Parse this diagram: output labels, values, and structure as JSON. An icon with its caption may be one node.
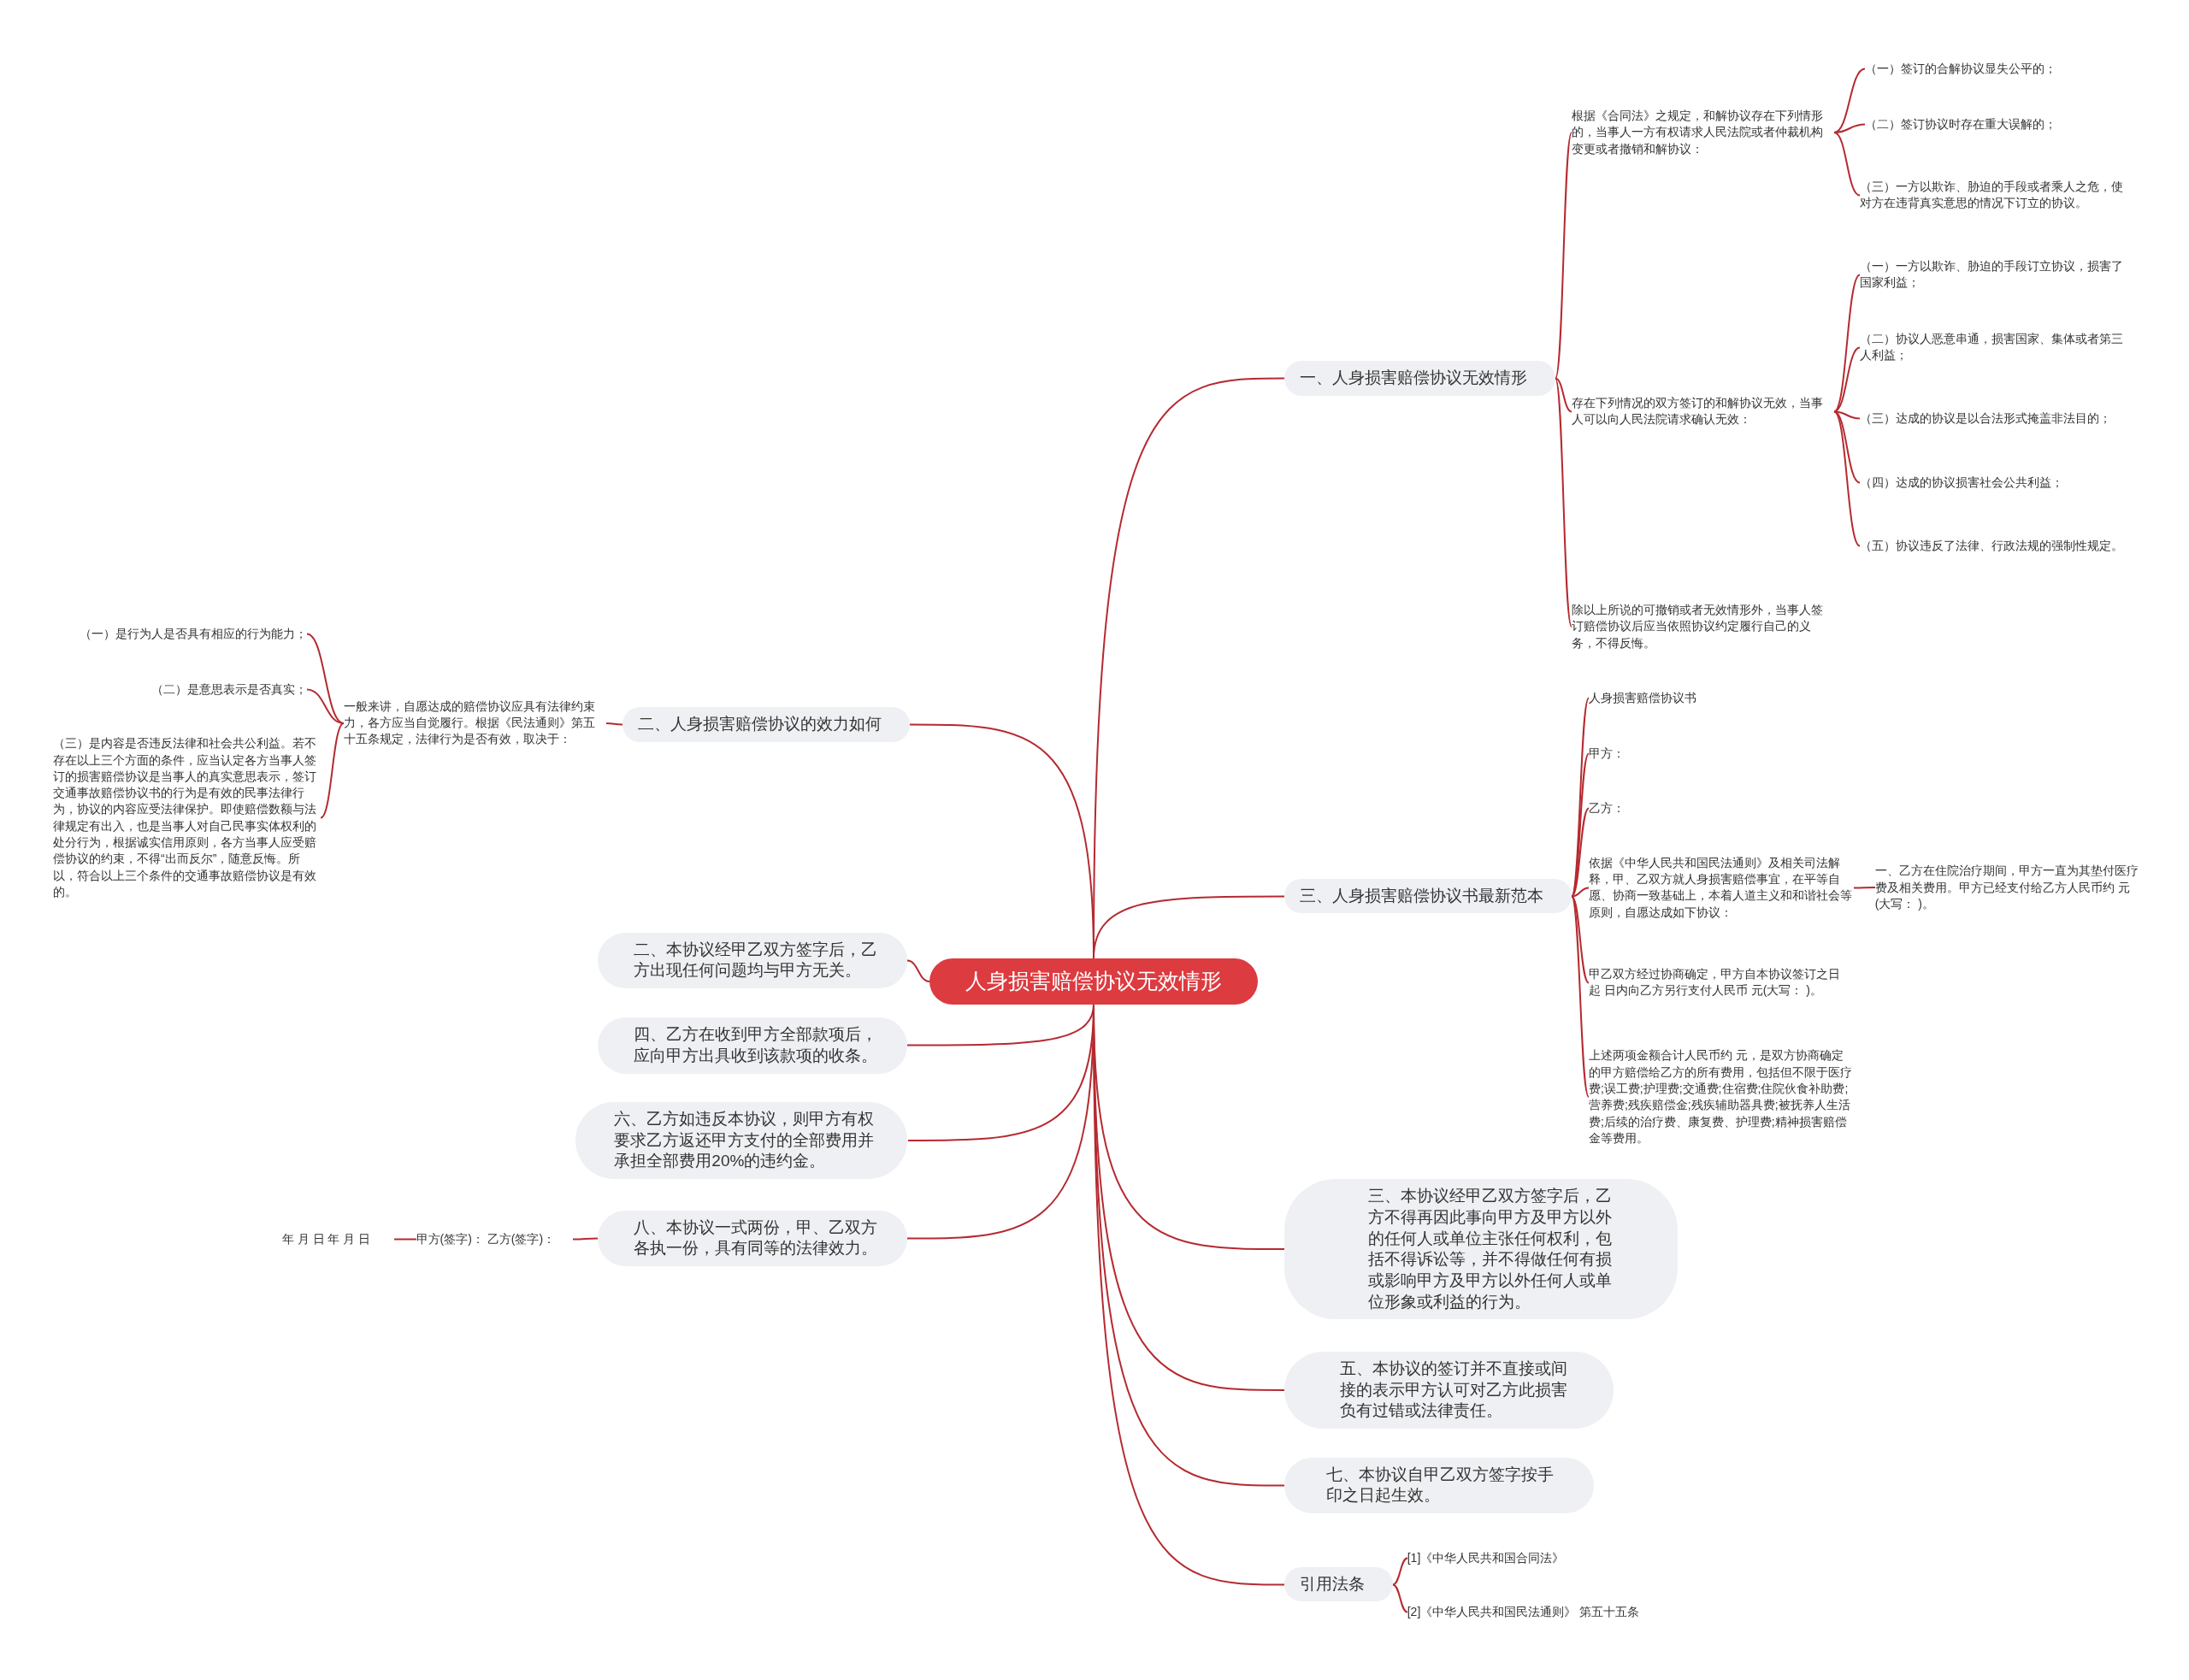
{
  "diagram": {
    "nodes": [
      {
        "text": [
          "人身损害赔偿协议无效情形"
        ]
      },
      {
        "text": [
          "一、人身损害赔偿协议无效情形"
        ]
      },
      {
        "text": [
          "根据《合同法》之规定，和解协议存在下列情形的，当事人一方有权请求人民法院或者仲裁机构变更或者撤销和解协议："
        ]
      },
      {
        "text": [
          "（一）签订的合解协议显失公平的；"
        ]
      },
      {
        "text": [
          "（二）签订协议时存在重大误解的；"
        ]
      },
      {
        "text": [
          "（三）一方以欺诈、胁迫的手段或者乘人之危，使对方在违背真实意思的情况下订立的协议。"
        ]
      },
      {
        "text": [
          "存在下列情况的双方签订的和解协议无效，当事人可以向人民法院请求确认无效："
        ]
      },
      {
        "text": [
          "（一）一方以欺诈、胁迫的手段订立协议，损害了国家利益；"
        ]
      },
      {
        "text": [
          "（二）协议人恶意串通，损害国家、集体或者第三人利益；"
        ]
      },
      {
        "text": [
          "（三）达成的协议是以合法形式掩盖非法目的；"
        ]
      },
      {
        "text": [
          "（四）达成的协议损害社会公共利益；"
        ]
      },
      {
        "text": [
          "（五）协议违反了法律、行政法规的强制性规定。"
        ]
      },
      {
        "text": [
          "除以上所说的可撤销或者无效情形外，当事人签订赔偿协议后应当依照协议约定履行自己的义务，不得反悔。"
        ]
      },
      {
        "text": [
          "二、人身损害赔偿协议的效力如何"
        ]
      },
      {
        "text": [
          "一般来讲，自愿达成的赔偿协议应具有法律约束力，各方应当自觉履行。根据《民法通则》第五十五条规定，法律行为是否有效，取决于："
        ]
      },
      {
        "text": [
          "（一）是行为人是否具有相应的行为能力；"
        ]
      },
      {
        "text": [
          "（二）是意思表示是否真实；"
        ]
      },
      {
        "text": [
          "（三）是内容是否违反法律和社会共公利益。若不存在以上三个方面的条件，应当认定各方当事人签订的损害赔偿协议是当事人的真实意思表示，签订交通事故赔偿协议书的行为是有效的民事法律行为，协议的内容应受法律保护。即使赔偿数额与法律规定有出入，也是当事人对自己民事实体权利的处分行为，根据诚实信用原则，各方当事人应受赔偿协议的约束，不得“出而反尔”，随意反悔。所以，符合以上三个条件的交通事故赔偿协议是有效的。"
        ]
      },
      {
        "text": [
          "三、人身损害赔偿协议书最新范本"
        ]
      },
      {
        "text": [
          "人身损害赔偿协议书"
        ]
      },
      {
        "text": [
          "甲方："
        ]
      },
      {
        "text": [
          "乙方："
        ]
      },
      {
        "text": [
          "依据《中华人民共和国民法通则》及相关司法解释，甲、乙双方就人身损害赔偿事宜，在平等自愿、协商一致基础上，本着人道主义和和谐社会等原则，自愿达成如下协议："
        ]
      },
      {
        "text": [
          "一、乙方在住院治疗期间，甲方一直为其垫付医疗费及相关费用。甲方已经支付给乙方人民币约 元(大写： )。"
        ]
      },
      {
        "text": [
          "甲乙双方经过协商确定，甲方自本协议签订之日起 日内向乙方另行支付人民币 元(大写： )。"
        ]
      },
      {
        "text": [
          "上述两项金额合计人民币约 元，是双方协商确定的甲方赔偿给乙方的所有费用，包括但不限于医疗费;误工费;护理费;交通费;住宿费;住院伙食补助费;营养费;残疾赔偿金;残疾辅助器具费;被抚养人生活费;后续的治疗费、康复费、护理费;精神损害赔偿金等费用。"
        ]
      },
      {
        "text": [
          "二、本协议经甲乙双方签字后，乙方出现任何问题均与甲方无关。"
        ]
      },
      {
        "text": [
          "四、乙方在收到甲方全部款项后，应向甲方出具收到该款项的收条。"
        ]
      },
      {
        "text": [
          "六、乙方如违反本协议，则甲方有权要求乙方返还甲方支付的全部费用并承担全部费用20%的违约金。"
        ]
      },
      {
        "text": [
          "八、本协议一式两份，甲、乙双方各执一份，具有同等的法律效力。"
        ]
      },
      {
        "text": [
          "甲方(签字)： 乙方(签字)："
        ]
      },
      {
        "text": [
          "年 月 日 年 月 日"
        ]
      },
      {
        "text": [
          "三、本协议经甲乙双方签字后，乙方不得再因此事向甲方及甲方以外的任何人或单位主张任何权利，包括不得诉讼等，并不得做任何有损或影响甲方及甲方以外任何人或单位形象或利益的行为。"
        ]
      },
      {
        "text": [
          "五、本协议的签订并不直接或间接的表示甲方认可对乙方此损害负有过错或法律责任。"
        ]
      },
      {
        "text": [
          "七、本协议自甲乙双方签字按手印之日起生效。"
        ]
      },
      {
        "text": [
          "引用法条"
        ]
      },
      {
        "text": [
          "[1]《中华人民共和国合同法》"
        ]
      },
      {
        "text": [
          "[2]《中华人民共和国民法通则》 第五十五条"
        ]
      }
    ],
    "edges": [
      {
        "from": 0,
        "to": 1,
        "arrow": "none"
      },
      {
        "from": 1,
        "to": 2,
        "arrow": "none"
      },
      {
        "from": 2,
        "to": 3,
        "arrow": "none"
      },
      {
        "from": 2,
        "to": 4,
        "arrow": "none"
      },
      {
        "from": 2,
        "to": 5,
        "arrow": "none"
      },
      {
        "from": 1,
        "to": 6,
        "arrow": "none"
      },
      {
        "from": 6,
        "to": 7,
        "arrow": "none"
      },
      {
        "from": 6,
        "to": 8,
        "arrow": "none"
      },
      {
        "from": 6,
        "to": 9,
        "arrow": "none"
      },
      {
        "from": 6,
        "to": 10,
        "arrow": "none"
      },
      {
        "from": 6,
        "to": 11,
        "arrow": "none"
      },
      {
        "from": 1,
        "to": 12,
        "arrow": "none"
      },
      {
        "from": 0,
        "to": 13,
        "arrow": "none"
      },
      {
        "from": 13,
        "to": 14,
        "arrow": "none"
      },
      {
        "from": 14,
        "to": 15,
        "arrow": "none"
      },
      {
        "from": 14,
        "to": 16,
        "arrow": "none"
      },
      {
        "from": 14,
        "to": 17,
        "arrow": "none"
      },
      {
        "from": 0,
        "to": 18,
        "arrow": "none"
      },
      {
        "from": 18,
        "to": 19,
        "arrow": "none"
      },
      {
        "from": 18,
        "to": 20,
        "arrow": "none"
      },
      {
        "from": 18,
        "to": 21,
        "arrow": "none"
      },
      {
        "from": 18,
        "to": 22,
        "arrow": "none"
      },
      {
        "from": 22,
        "to": 23,
        "arrow": "none"
      },
      {
        "from": 18,
        "to": 24,
        "arrow": "none"
      },
      {
        "from": 18,
        "to": 25,
        "arrow": "none"
      },
      {
        "from": 0,
        "to": 26,
        "arrow": "none"
      },
      {
        "from": 0,
        "to": 27,
        "arrow": "none"
      },
      {
        "from": 0,
        "to": 28,
        "arrow": "none"
      },
      {
        "from": 0,
        "to": 29,
        "arrow": "none"
      },
      {
        "from": 29,
        "to": 30,
        "arrow": "none"
      },
      {
        "from": 30,
        "to": 31,
        "arrow": "none"
      },
      {
        "from": 0,
        "to": 32,
        "arrow": "none"
      },
      {
        "from": 0,
        "to": 33,
        "arrow": "none"
      },
      {
        "from": 0,
        "to": 34,
        "arrow": "none"
      },
      {
        "from": 0,
        "to": 35,
        "arrow": "none"
      },
      {
        "from": 35,
        "to": 36,
        "arrow": "none"
      },
      {
        "from": 35,
        "to": 37,
        "arrow": "none"
      }
    ]
  }
}
